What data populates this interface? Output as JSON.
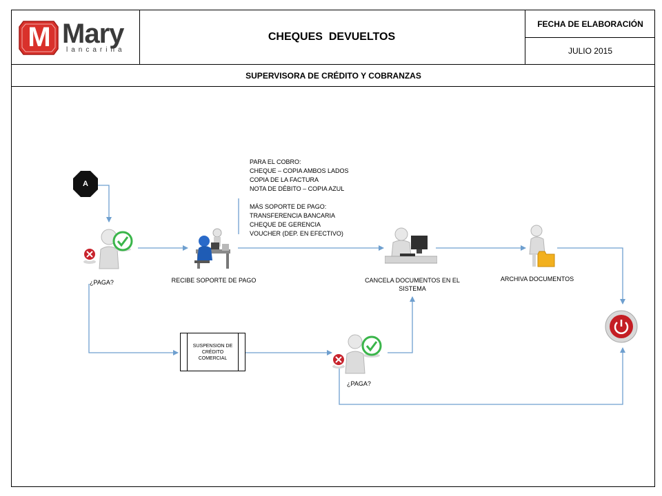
{
  "header": {
    "logo_text": "Mary",
    "logo_subtext": "lancarina",
    "logo_mark": "M",
    "title": "CHEQUES  DEVUELTOS",
    "date_label": "FECHA DE ELABORACIÓN",
    "date_value": "JULIO 2015"
  },
  "department": "SUPERVISORA DE CRÉDITO Y COBRANZAS",
  "diagram": {
    "connector_label": "A",
    "decision_1_label": "¿PAGA?",
    "decision_2_label": "¿PAGA?",
    "step_receive_label": "RECIBE SOPORTE DE PAGO",
    "step_cancel_label": "CANCELA DOCUMENTOS EN EL SISTEMA",
    "step_archive_label": "ARCHIVA DOCUMENTOS",
    "suspension_label": "SUSPENSION DE CRÉDITO COMERCIAL",
    "note": "PARA EL COBRO:\nCHEQUE – COPIA AMBOS LADOS\nCOPIA DE LA FACTURA\nNOTA DE DÉBITO – COPIA AZUL\n\nMÁS SOPORTE DE PAGO:\nTRANSFERENCIA BANCARIA\nCHEQUE DE GERENCIA\nVOUCHER (DEP. EN EFECTIVO)"
  },
  "colors": {
    "arrow": "#6e9fcf",
    "brand_red": "#d9312b",
    "check_green": "#3ab54a",
    "cross_red": "#c8232c",
    "end_red": "#c41e24"
  },
  "icons": [
    "connector-octagon",
    "decision-person",
    "worker-desk-icon",
    "computer-user-icon",
    "archive-folder-icon",
    "power-end-icon"
  ]
}
